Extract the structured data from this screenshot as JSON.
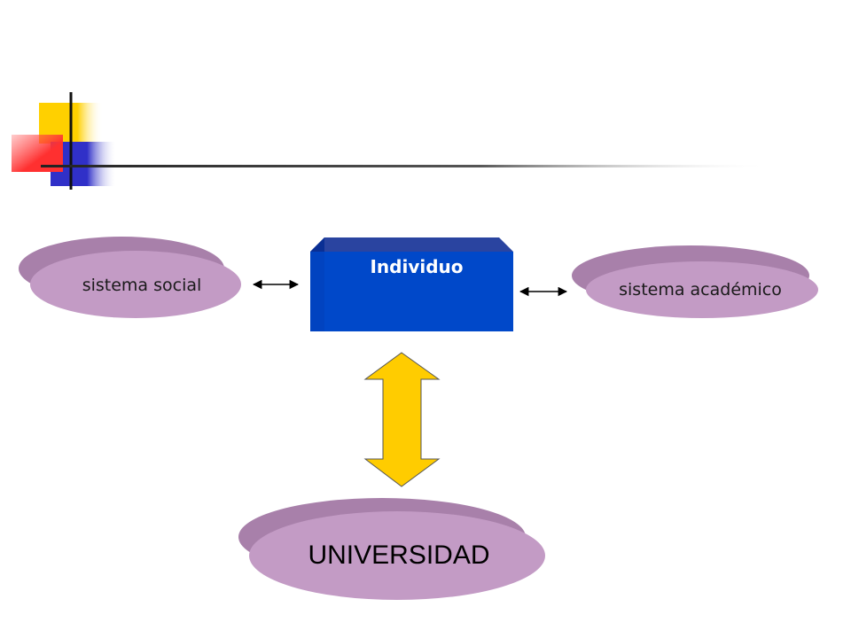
{
  "diagram": {
    "center_node": {
      "label": "Individuo",
      "color": "#0047c8"
    },
    "left_node": {
      "label": "sistema social",
      "color": "#c39bc5"
    },
    "right_node": {
      "label": "sistema académico",
      "color": "#c39bc5"
    },
    "bottom_node": {
      "label": "UNIVERSIDAD",
      "color": "#c39bc5"
    },
    "connector_color": "#ffcc00",
    "edges": [
      {
        "from": "sistema social",
        "to": "Individuo",
        "type": "bidirectional"
      },
      {
        "from": "Individuo",
        "to": "sistema académico",
        "type": "bidirectional"
      },
      {
        "from": "Individuo",
        "to": "UNIVERSIDAD",
        "type": "bidirectional"
      }
    ]
  },
  "decoration": {
    "logo_colors": [
      "#ffcc00",
      "#ff3333",
      "#3333cc"
    ]
  }
}
